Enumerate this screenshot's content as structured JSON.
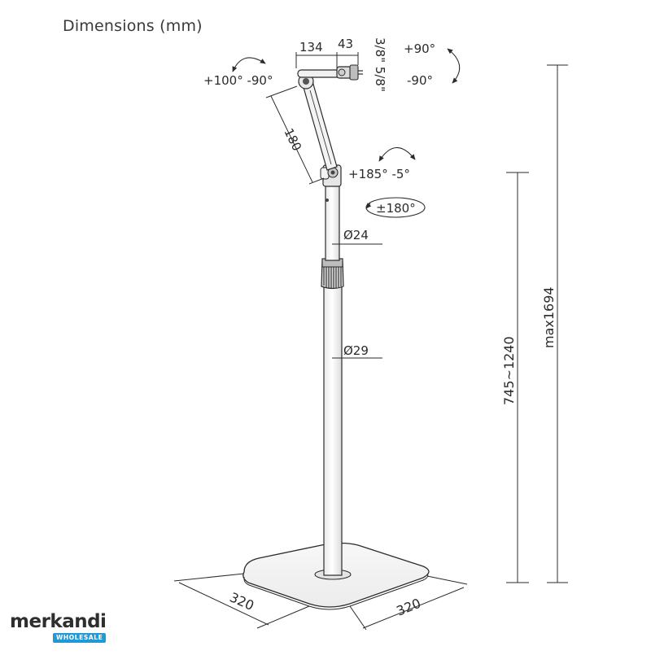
{
  "title": "Dimensions (mm)",
  "labels": {
    "arm_top_width": "134",
    "arm_end_width": "43",
    "thread_size": "3/8\" 5/8\"",
    "tilt_up": "+90°",
    "tilt_down": "-90°",
    "top_rotation": "+100° -90°",
    "arm_length": "180",
    "mid_rotation": "+185°  -5°",
    "swivel": "±180°",
    "upper_tube_diameter": "Ø24",
    "lower_tube_diameter": "Ø29",
    "height_range": "745~1240",
    "max_height": "max1694",
    "base_width_left": "320",
    "base_width_right": "320"
  },
  "logo": {
    "word": "merkandi",
    "badge": "WHOLESALE"
  },
  "colors": {
    "line": "#2b2b2b",
    "badge": "#1f9ad6"
  }
}
